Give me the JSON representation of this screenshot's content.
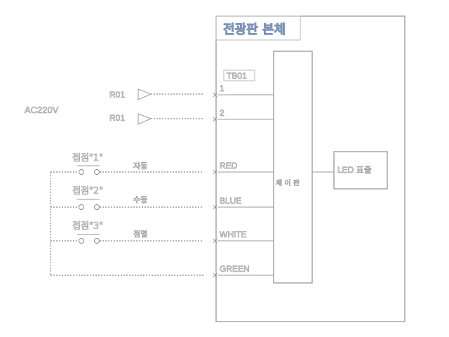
{
  "diagram": {
    "main_unit": {
      "title": "전광판 본체"
    },
    "terminal_block": {
      "label": "TB01",
      "terminals": [
        "1",
        "2"
      ]
    },
    "power": {
      "label": "AC220V",
      "inputs": [
        "R01",
        "R01"
      ]
    },
    "controller": {
      "label": "제 어 판"
    },
    "display": {
      "label": "LED 표출"
    },
    "contacts": [
      {
        "label": "접점\"1\"",
        "mode": "자동",
        "signal": "RED"
      },
      {
        "label": "접점\"2\"",
        "mode": "수동",
        "signal": "BLUE"
      },
      {
        "label": "접점\"3\"",
        "mode": "점멸",
        "signal": "WHITE"
      }
    ],
    "common_signal": "GREEN"
  }
}
